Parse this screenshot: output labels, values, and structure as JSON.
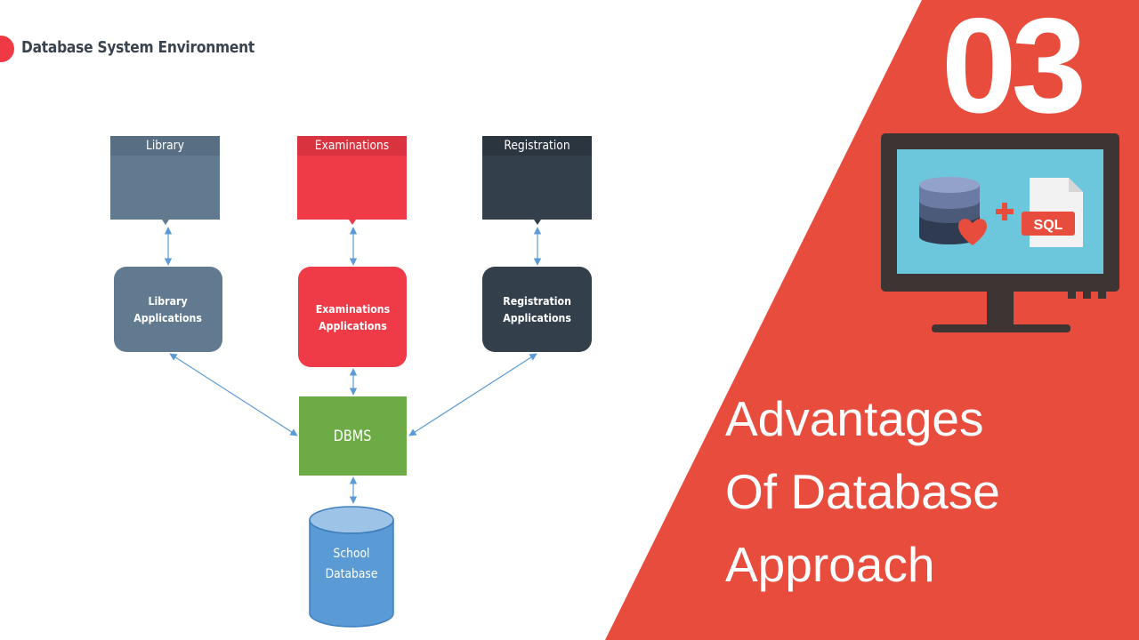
{
  "section_title": "Database System Environment",
  "diagram": {
    "departments": [
      {
        "name": "Library",
        "app_line1": "Library",
        "app_line2": "Applications",
        "color": "#627a8f"
      },
      {
        "name": "Examinations",
        "app_line1": "Examinations",
        "app_line2": "Applications",
        "color": "#ef3a48"
      },
      {
        "name": "Registration",
        "app_line1": "Registration",
        "app_line2": "Applications",
        "color": "#333f4b"
      }
    ],
    "dbms_label": "DBMS",
    "dbms_color": "#6cab45",
    "database_line1": "School",
    "database_line2": "Database",
    "database_color": "#5b9bd5"
  },
  "episode_number": "03",
  "headline": {
    "line1": "Advantages",
    "line2": "Of Database",
    "line3": "Approach"
  },
  "monitor": {
    "badge_text": "SQL"
  },
  "colors": {
    "accent_red": "#e84c3d",
    "diagram_arrow": "#5b9bd5"
  }
}
